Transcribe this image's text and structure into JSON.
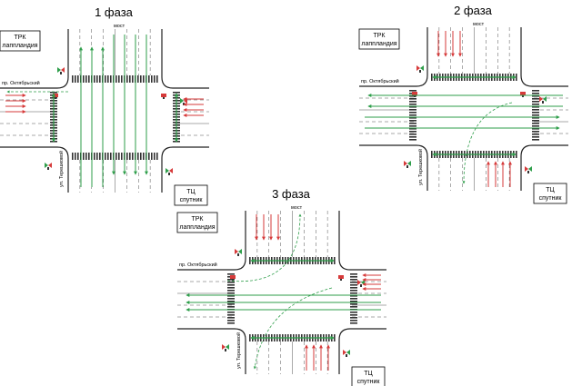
{
  "phases": [
    {
      "title": "1 фаза",
      "labels": {
        "box_top": [
          "ТРК",
          "лаппландия"
        ],
        "box_bottom": [
          "ТЦ",
          "спутник"
        ],
        "bridge": "мост",
        "street_left": "пр. Октябрьский",
        "street_bottom": "ул. Терешковой"
      }
    },
    {
      "title": "2 фаза",
      "labels": {
        "box_top": [
          "ТРК",
          "лаппландия"
        ],
        "box_bottom": [
          "ТЦ",
          "спутник"
        ],
        "bridge": "мост",
        "street_left": "пр. Октябрьский",
        "street_bottom": "ул. Терешковой"
      }
    },
    {
      "title": "3 фаза",
      "labels": {
        "box_top": [
          "ТРК",
          "лаппландия"
        ],
        "box_bottom": [
          "ТЦ",
          "спутник"
        ],
        "bridge": "мост",
        "street_left": "пр. Октябрьский",
        "street_bottom": "ул. Терешковой"
      }
    }
  ],
  "colors": {
    "allowed": "#2e9e4a",
    "stopped": "#d63a3a",
    "road_edge": "#222222",
    "lane_line": "#555555",
    "crosswalk": "#333333"
  },
  "icons": {
    "traffic_light": "traffic-light-icon",
    "pedestrian_light": "pedestrian-light-icon",
    "arrow": "arrow-icon"
  }
}
